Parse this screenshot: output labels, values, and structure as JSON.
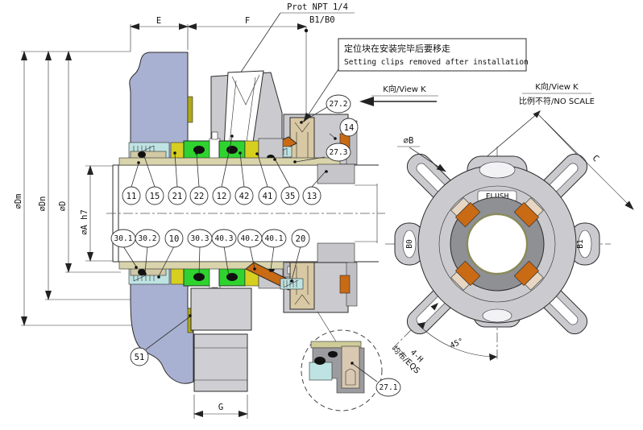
{
  "labels": {
    "prot_npt": "Prot NPT 1/4",
    "b1_b0": "B1/B0",
    "note_cn": "定位块在安装完毕后要移走",
    "note_en": "Setting clips removed after installation",
    "view_dir": "K向/View K",
    "view_title": "K向/View K",
    "view_scale": "比例不符/NO SCALE",
    "flush": "FLUSH",
    "port_left": "B0",
    "port_right": "B1",
    "phi_b": "∅B",
    "dim_c": "C",
    "angle_45": "45°",
    "holes_qty": "4-H",
    "holes_eqs": "均布/EQS"
  },
  "dims": {
    "e": "E",
    "f": "F",
    "g": "G",
    "phi_dm": "∅Dm",
    "phi_dn": "∅Dn",
    "phi_d": "∅D",
    "phi_a": "∅A h7"
  },
  "balloons": {
    "upper": [
      "11",
      "15",
      "21",
      "22",
      "12",
      "42",
      "41",
      "35",
      "13"
    ],
    "lower": [
      "30.1",
      "30.2",
      "10",
      "30.3",
      "40.3",
      "40.2",
      "40.1",
      "20"
    ],
    "right": [
      "27.2",
      "14",
      "27.3"
    ],
    "gasket": "51",
    "detail": "27.1"
  },
  "colors": {
    "housing": "#a9b1d2",
    "gland": "#cbcbcf",
    "gland_dark": "#b9b9bd",
    "collar": "#c6c6ca",
    "seal_green": "#2fd32f",
    "ring_yellow": "#d6cf1f",
    "spring_cyan": "#bfe3e3",
    "sleeve_tan": "#d9d4ab",
    "clamp_orange": "#c96a14",
    "bolt_tan": "#d8c9a4",
    "gasket_yellow": "#b0a818",
    "ring_gray": "#8e9093",
    "detail_gray": "#9c9ca0",
    "detail_tan": "#d9c9b2",
    "olive_strip": "#cfcc9a",
    "flange_gray": "#cfcfd3",
    "oring_black": "#111111"
  }
}
